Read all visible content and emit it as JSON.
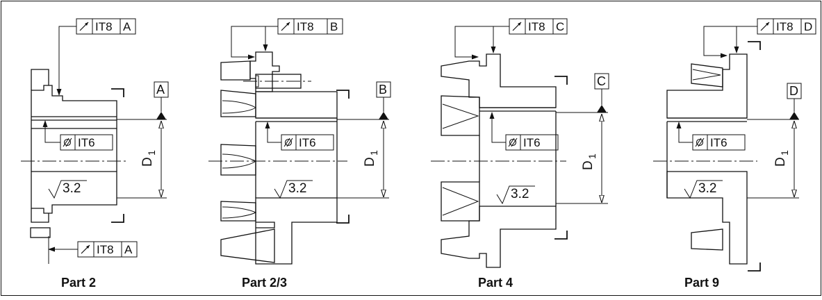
{
  "colors": {
    "line": "#111111",
    "background": "#ffffff"
  },
  "symbols": {
    "runout": "runout-icon",
    "cylindricity": "cylindricity-icon",
    "roughness": "surface-roughness-icon"
  },
  "parts": [
    {
      "caption": "Part 2",
      "runout_top": {
        "tolerance": "IT8",
        "datum": "A"
      },
      "runout_bottom": {
        "tolerance": "IT8",
        "datum": "A"
      },
      "datum_label": "A",
      "cylindricity": "IT6",
      "dimension": "D",
      "dimension_sub": "1",
      "roughness": "3.2"
    },
    {
      "caption": "Part 2/3",
      "runout_top": {
        "tolerance": "IT8",
        "datum": "B"
      },
      "datum_label": "B",
      "cylindricity": "IT6",
      "dimension": "D",
      "dimension_sub": "1",
      "roughness": "3.2"
    },
    {
      "caption": "Part 4",
      "runout_top": {
        "tolerance": "IT8",
        "datum": "C"
      },
      "datum_label": "C",
      "cylindricity": "IT6",
      "dimension": "D",
      "dimension_sub": "1",
      "roughness": "3.2"
    },
    {
      "caption": "Part 9",
      "runout_top": {
        "tolerance": "IT8",
        "datum": "D"
      },
      "datum_label": "D",
      "cylindricity": "IT6",
      "dimension": "D",
      "dimension_sub": "1",
      "roughness": "3.2"
    }
  ]
}
